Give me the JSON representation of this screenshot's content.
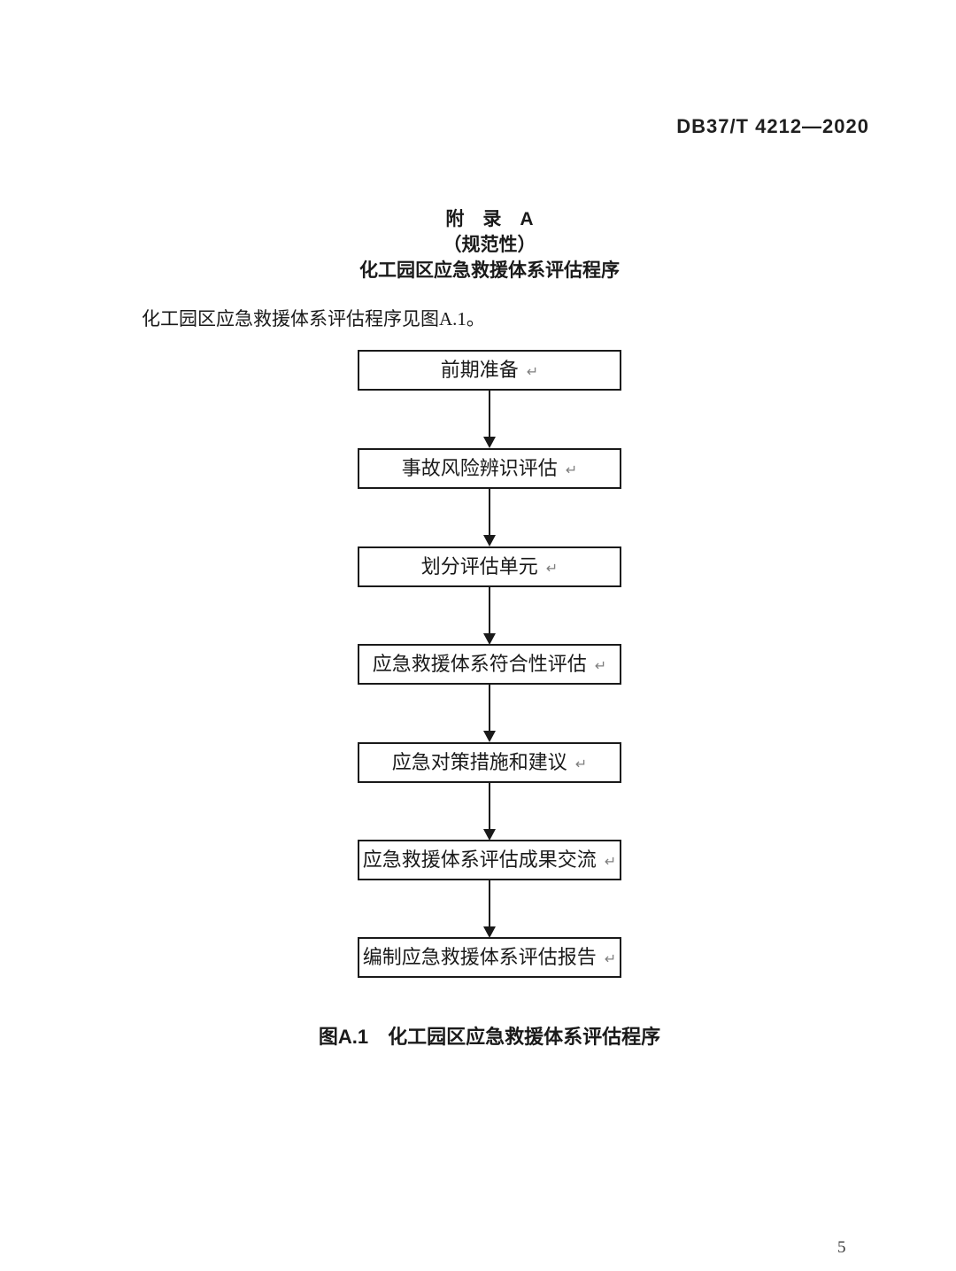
{
  "page": {
    "header": "DB37/T 4212—2020",
    "page_number": "5"
  },
  "colors": {
    "ink": "#1a1a1a",
    "return_mark_gray": "#7f7f7f",
    "page_background": "#ffffff"
  },
  "appendix": {
    "title_line1": "附　录　A",
    "title_line2": "（规范性）",
    "title_line3": "化工园区应急救援体系评估程序",
    "intro": "化工园区应急救援体系评估程序见图A.1。"
  },
  "flowchart": {
    "return_mark": "↵",
    "boxes": [
      {
        "label": "前期准备"
      },
      {
        "label": "事故风险辨识评估"
      },
      {
        "label": "划分评估单元"
      },
      {
        "label": "应急救援体系符合性评估"
      },
      {
        "label": "应急对策措施和建议"
      },
      {
        "label": "应急救援体系评估成果交流"
      },
      {
        "label": "编制应急救援体系评估报告"
      }
    ],
    "caption": "图A.1　化工园区应急救援体系评估程序"
  }
}
